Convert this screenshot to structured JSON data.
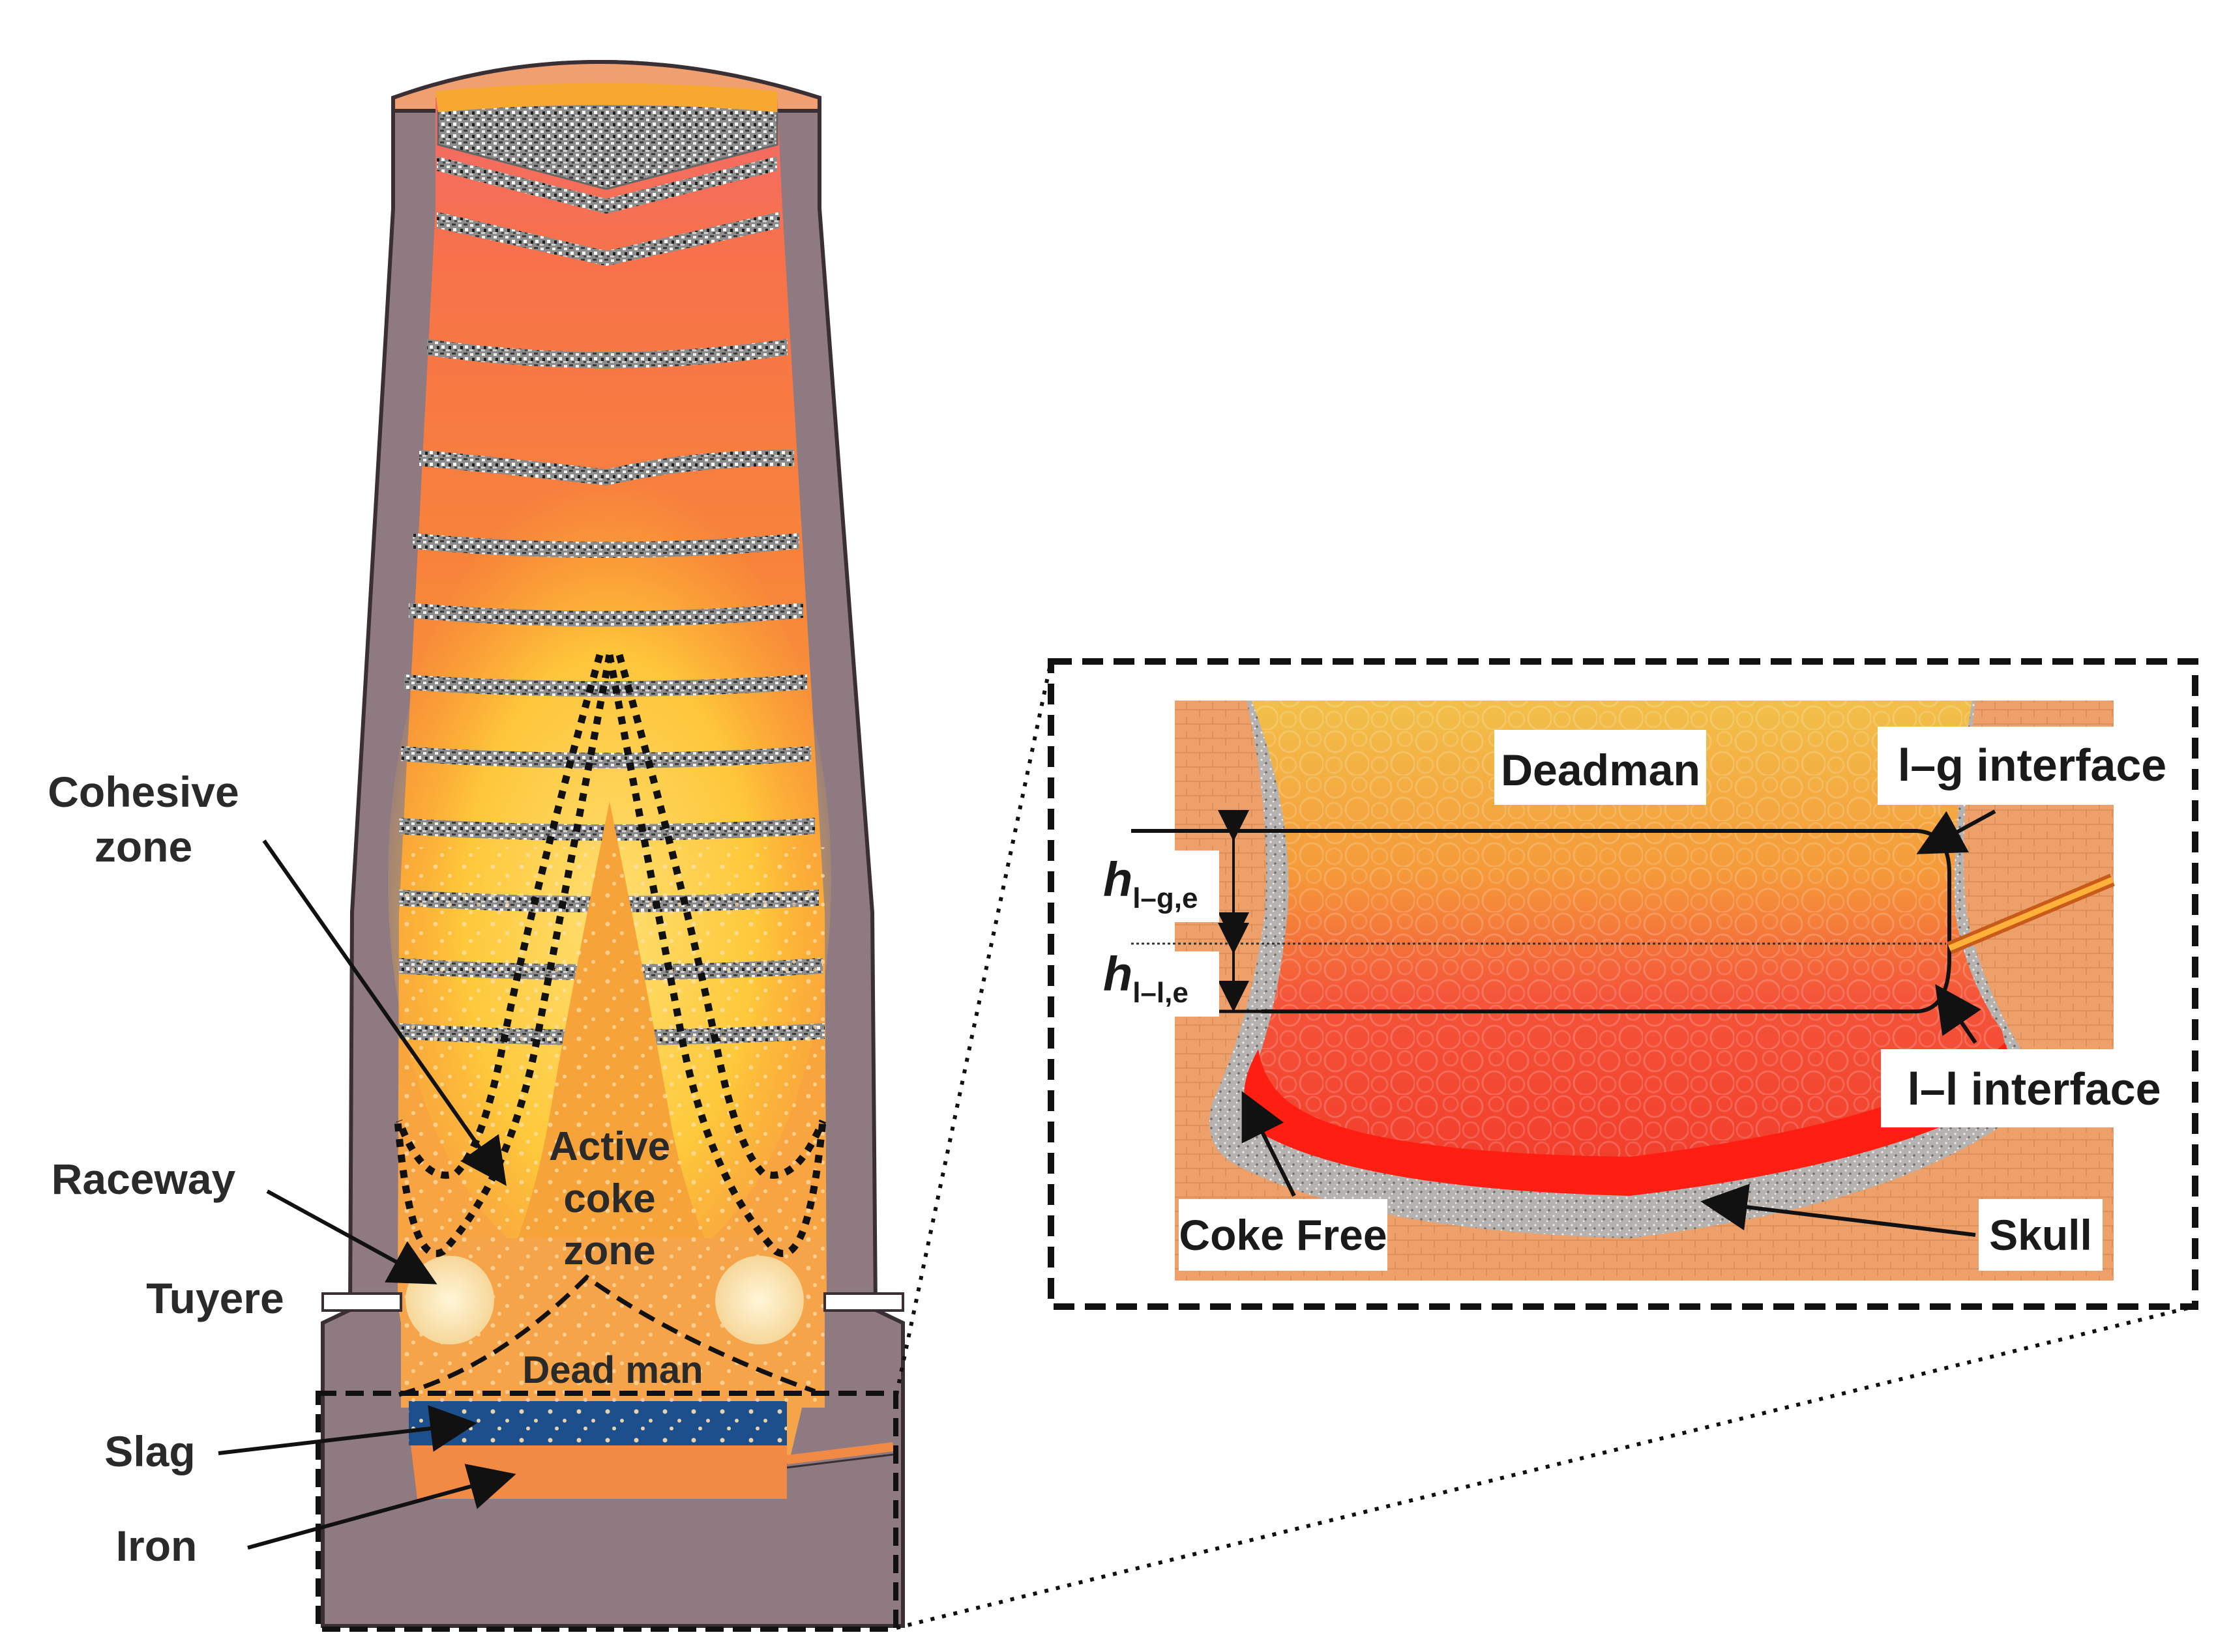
{
  "furnace_labels": {
    "cohesive_zone_line1": "Cohesive",
    "cohesive_zone_line2": "zone",
    "raceway": "Raceway",
    "tuyere": "Tuyere",
    "slag": "Slag",
    "iron": "Iron",
    "active_coke_line1": "Active",
    "active_coke_line2": "coke",
    "active_coke_line3": "zone",
    "dead_man": "Dead man"
  },
  "inset_labels": {
    "deadman": "Deadman",
    "lg_interface": "l–g interface",
    "ll_interface": "l–l interface",
    "coke_free": "Coke Free",
    "skull": "Skull",
    "h_lg_base": "h",
    "h_lg_sub": "l–g,e",
    "h_ll_base": "h",
    "h_ll_sub": "l–l,e"
  },
  "colors": {
    "wall": "#8f7a82",
    "wall_dark": "#5e4d55",
    "orange": "#f58a3a",
    "yellow": "#ffd84a",
    "slag_blue": "#1d4f8c",
    "red": "#f23c2e",
    "refractory": "#eda06a",
    "skull_grey": "#b9b6b3"
  }
}
